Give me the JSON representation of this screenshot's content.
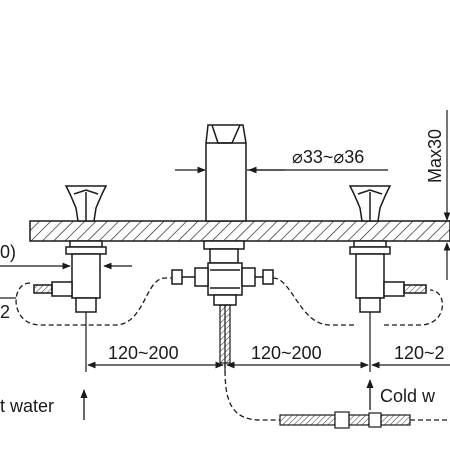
{
  "labels": {
    "spout_diameter": "⌀33~⌀36",
    "max_thickness": "Max30",
    "spacing_left": "120~200",
    "spacing_middle": "120~200",
    "spacing_right": "120~2",
    "partial_left_paren": "0)",
    "partial_left_two": "2",
    "hot_water": "t water",
    "cold_water": "Cold w"
  },
  "colors": {
    "line": "#1a1a1a",
    "background": "#ffffff"
  }
}
